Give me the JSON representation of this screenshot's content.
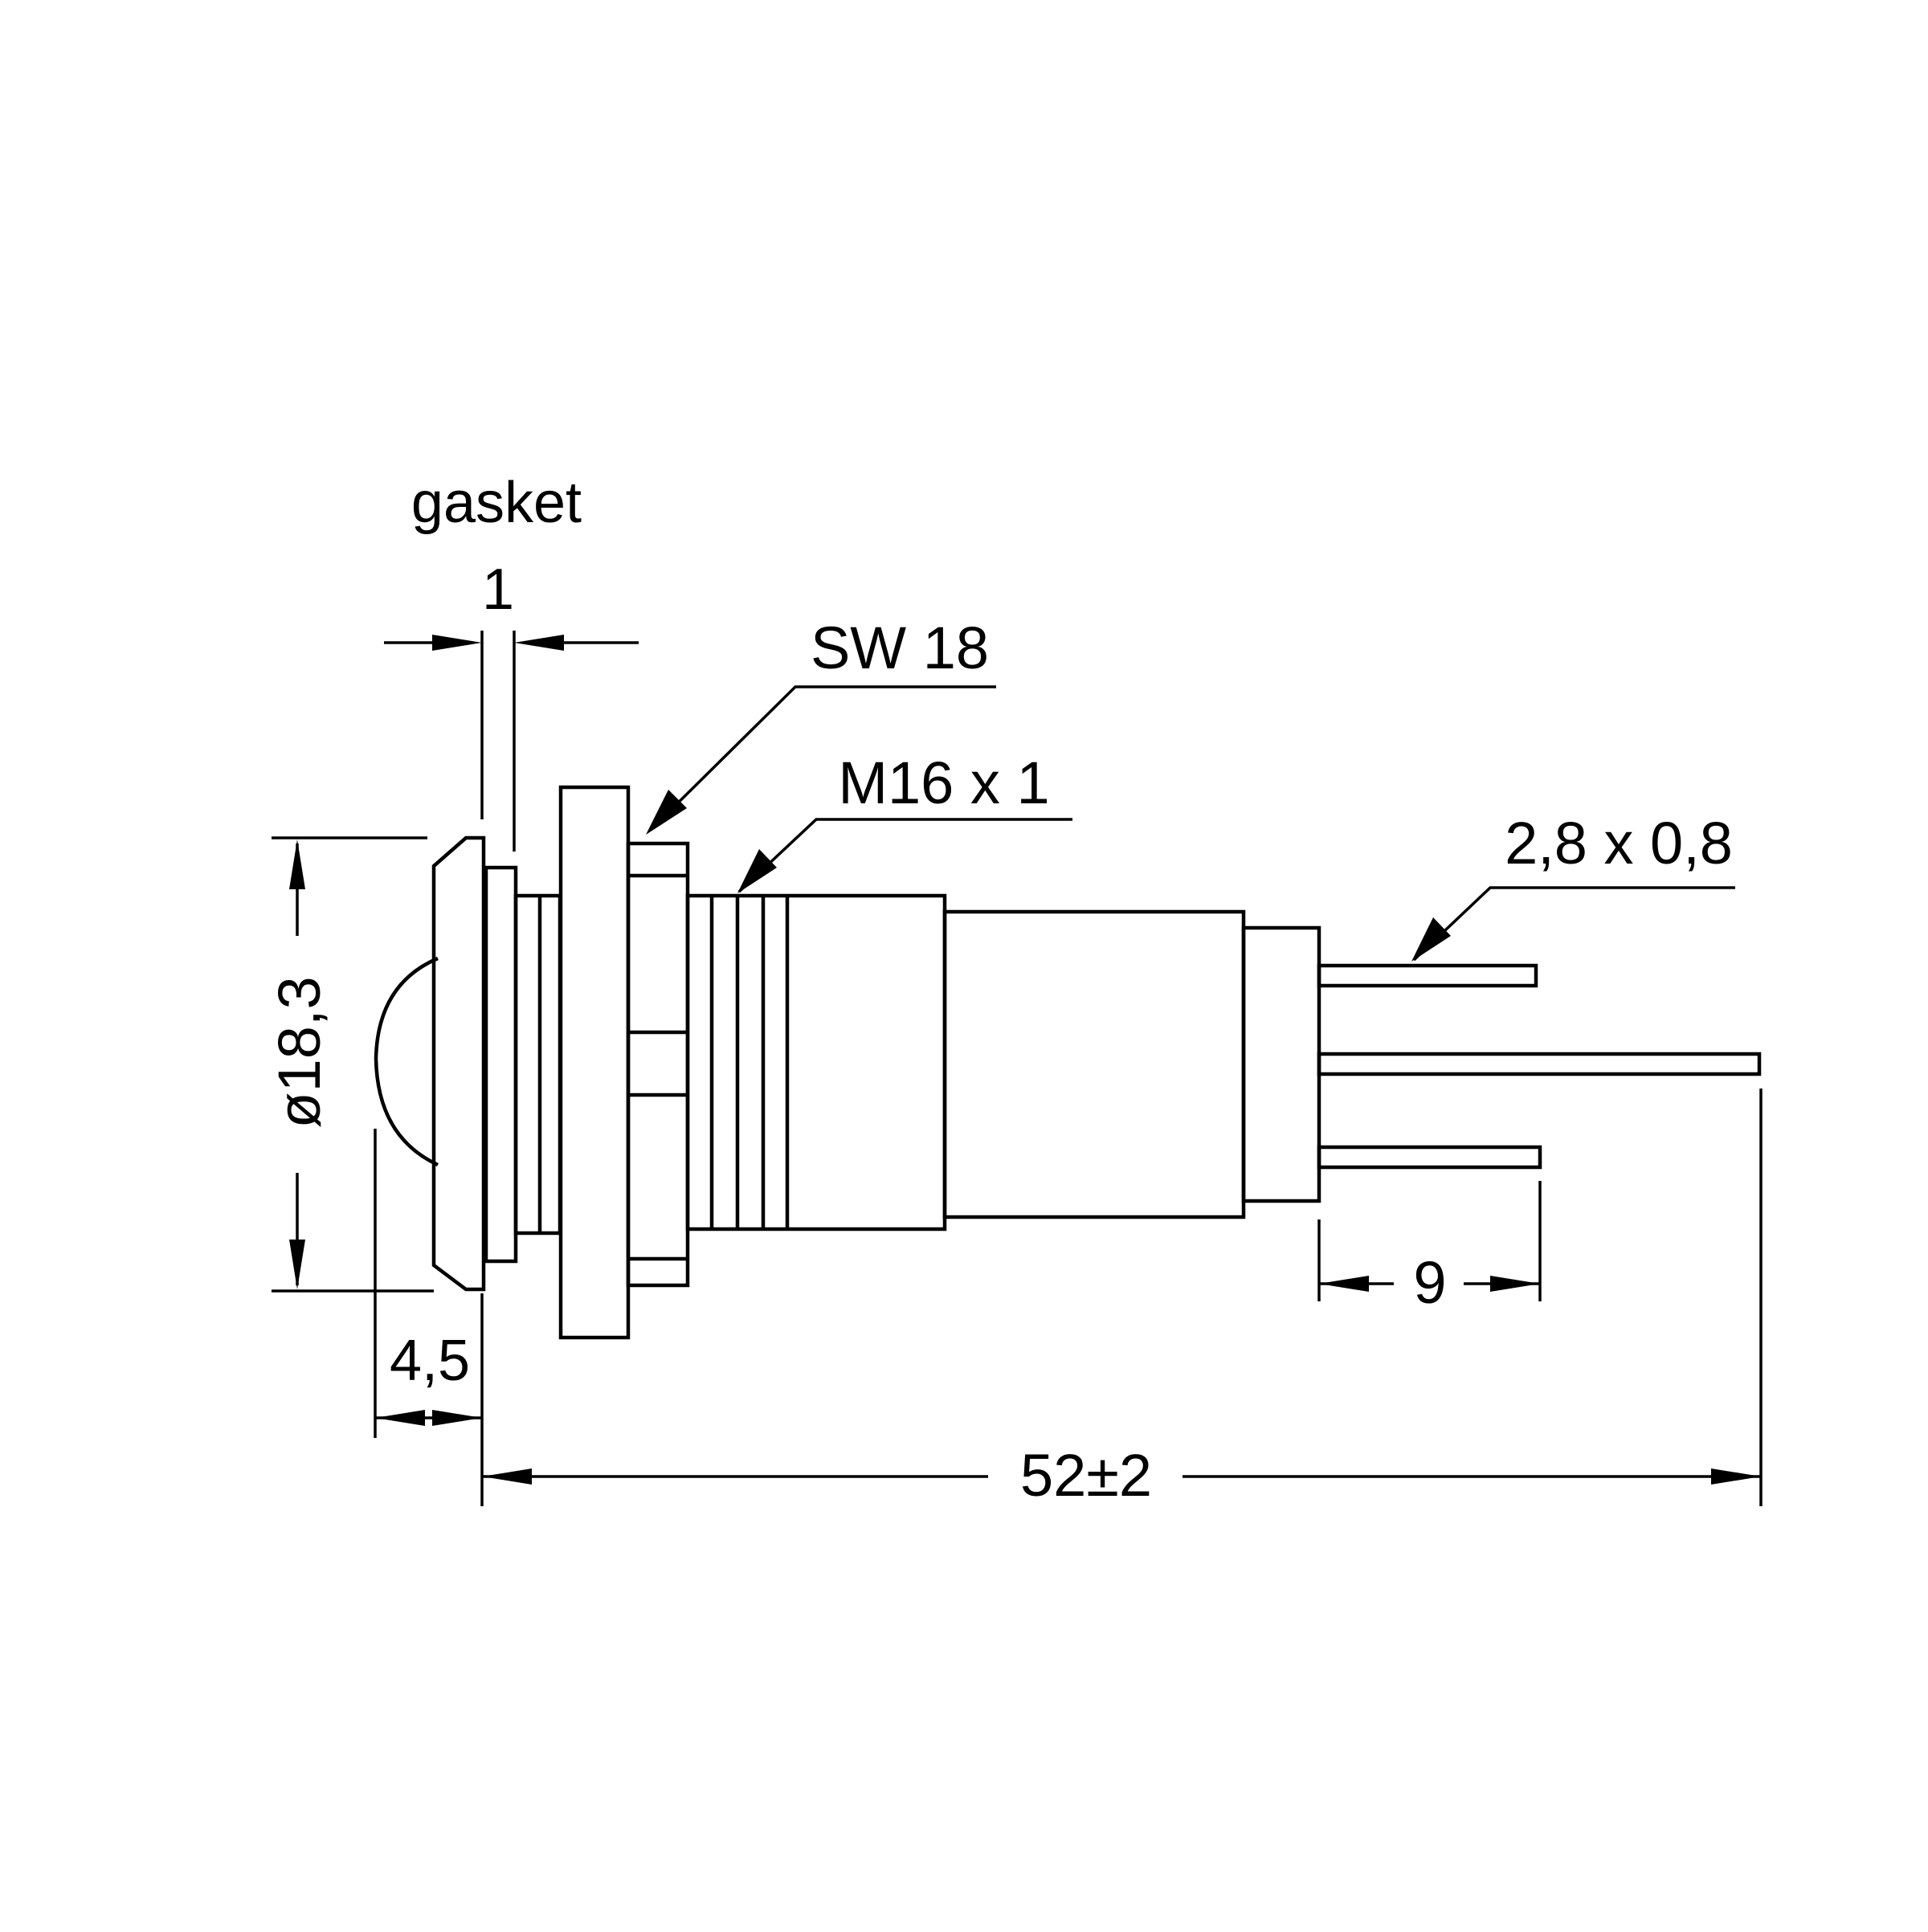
{
  "diagram": {
    "stroke_color": "#000000",
    "background_color": "#ffffff",
    "labels": {
      "gasket": "gasket",
      "gasket_thickness": "1",
      "wrench_size": "SW 18",
      "thread": "M16 x 1",
      "terminal_size": "2,8 x 0,8",
      "diameter": "ø18,3",
      "lens_protrusion": "4,5",
      "terminal_length": "9",
      "total_length": "52±2"
    }
  }
}
